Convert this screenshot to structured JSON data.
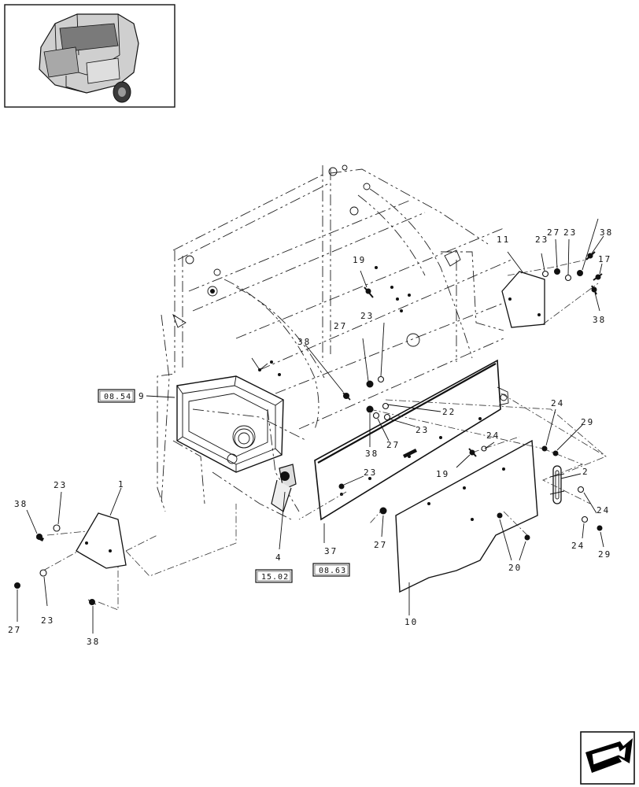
{
  "callouts": {
    "c1": "1",
    "c2": "2",
    "c4": "4",
    "c9": "9",
    "c10": "10",
    "c11": "11",
    "c17": "17",
    "c19a": "19",
    "c19b": "19",
    "c20": "20",
    "c22": "22",
    "c23a": "23",
    "c23b": "23",
    "c23c": "23",
    "c23d": "23",
    "c23e": "23",
    "c23f": "23",
    "c23g": "23",
    "c24a": "24",
    "c24b": "24",
    "c24c": "24",
    "c24d": "24",
    "c27a": "27",
    "c27b": "27",
    "c27c": "27",
    "c27d": "27",
    "c27e": "27",
    "c29a": "29",
    "c29b": "29",
    "c37": "37",
    "c38a": "38",
    "c38b": "38",
    "c38c": "38",
    "c38d": "38",
    "c38e": "38",
    "c38f": "38"
  },
  "references": {
    "ref_0854": "08.54",
    "ref_1502": "15.02",
    "ref_0863": "08.63"
  },
  "icons": {
    "thumbnail": "baler-machine-thumbnail",
    "navigation": "next-page-arrow-icon"
  }
}
